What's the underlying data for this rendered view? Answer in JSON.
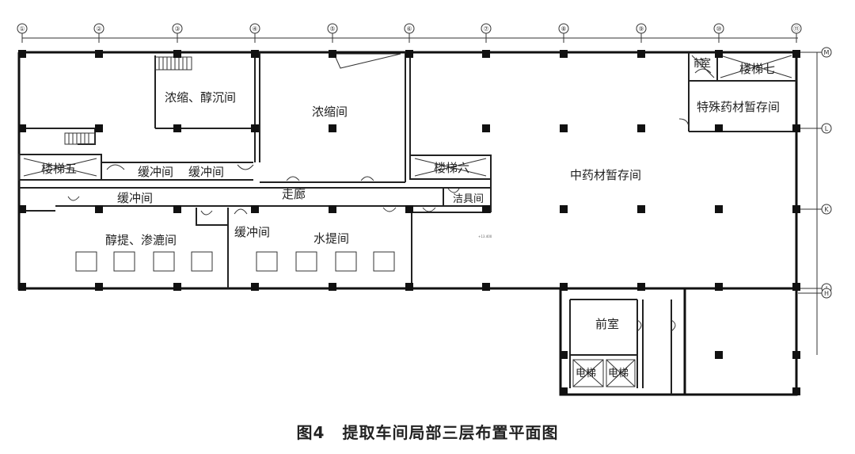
{
  "caption": {
    "number": "图4",
    "title": "提取车间局部三层布置平面图"
  },
  "axes": {
    "columns": [
      "①",
      "②",
      "③",
      "④",
      "⑤",
      "⑥",
      "⑦",
      "⑧",
      "⑨",
      "⑩",
      "⑪"
    ],
    "rows": [
      "M",
      "L",
      "K",
      "J",
      "H"
    ]
  },
  "rooms": {
    "conc_alcohol": "浓缩、醇沉间",
    "concentration": "浓缩间",
    "stair5": "楼梯五",
    "buffer1": "缓冲间",
    "buffer2": "缓冲间",
    "buffer3": "缓冲间",
    "buffer4": "缓冲间",
    "corridor": "走廊",
    "stair6": "楼梯六",
    "cleaning": "洁具间",
    "alcohol_extract": "醇提、渗漉间",
    "water_extract": "水提间",
    "herb_storage": "中药材暂存间",
    "front_top": "前室",
    "stair_top": "楼梯七",
    "special_storage": "特殊药材暂存间",
    "front_bottom": "前室",
    "elevator1": "电梯",
    "elevator2": "电梯"
  },
  "annotations": {
    "elevation": "+13.400"
  }
}
